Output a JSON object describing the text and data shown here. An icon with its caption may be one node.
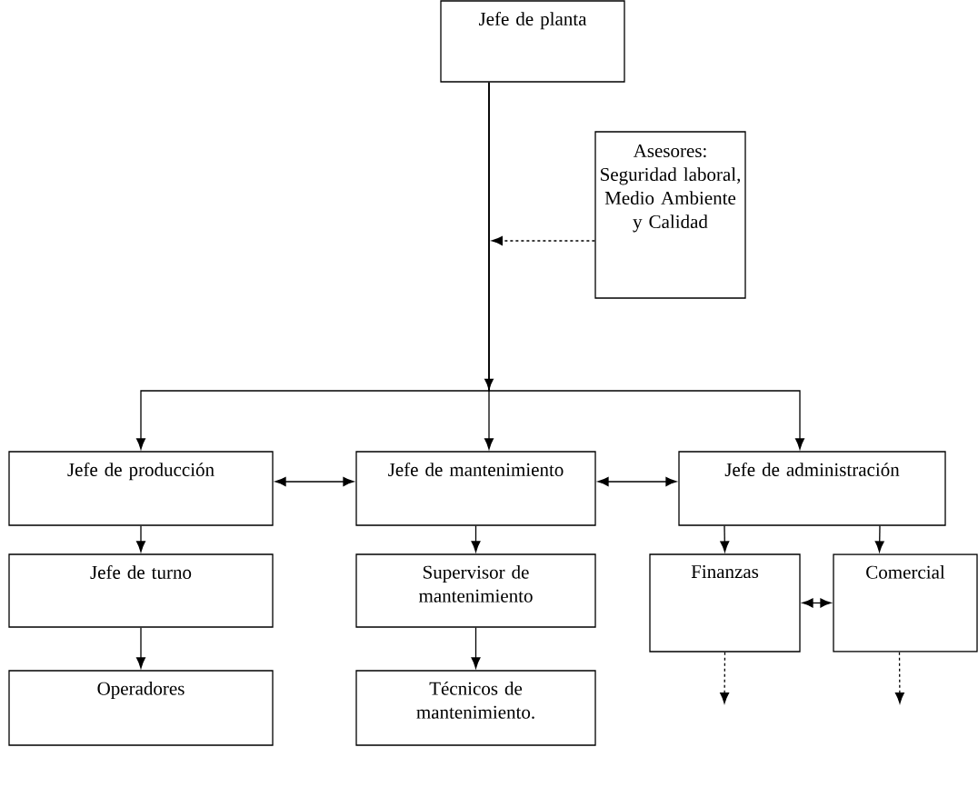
{
  "diagram": {
    "nodes": [
      {
        "text": [
          "Jefe de planta"
        ]
      },
      {
        "text": [
          "Asesores: Seguridad laboral, Medio Ambiente y Calidad"
        ]
      },
      {
        "text": [
          "Jefe de producción"
        ]
      },
      {
        "text": [
          "Jefe de mantenimiento"
        ]
      },
      {
        "text": [
          "Jefe de administración"
        ]
      },
      {
        "text": [
          "Jefe de turno"
        ]
      },
      {
        "text": [
          "Supervisor de mantenimiento"
        ]
      },
      {
        "text": [
          "Finanzas"
        ]
      },
      {
        "text": [
          "Comercial"
        ]
      },
      {
        "text": [
          "Operadores"
        ]
      },
      {
        "text": [
          "Técnicos de mantenimiento."
        ]
      }
    ],
    "edges": [
      {
        "from": 0,
        "to": 2,
        "arrow": "to"
      },
      {
        "from": 0,
        "to": 3,
        "arrow": "to"
      },
      {
        "from": 0,
        "to": 4,
        "arrow": "to"
      },
      {
        "from": 1,
        "to": null,
        "arrow": "to",
        "style": "dashed"
      },
      {
        "from": 2,
        "to": 3,
        "arrow": "both"
      },
      {
        "from": 3,
        "to": 4,
        "arrow": "both"
      },
      {
        "from": 2,
        "to": 5,
        "arrow": "to"
      },
      {
        "from": 3,
        "to": 6,
        "arrow": "to"
      },
      {
        "from": 4,
        "to": 7,
        "arrow": "to"
      },
      {
        "from": 4,
        "to": 8,
        "arrow": "to"
      },
      {
        "from": 7,
        "to": 8,
        "arrow": "both"
      },
      {
        "from": 5,
        "to": 9,
        "arrow": "to"
      },
      {
        "from": 6,
        "to": 10,
        "arrow": "to"
      },
      {
        "from": 7,
        "to": null,
        "arrow": "to",
        "style": "dashed"
      },
      {
        "from": 8,
        "to": null,
        "arrow": "to",
        "style": "dashed"
      }
    ]
  }
}
